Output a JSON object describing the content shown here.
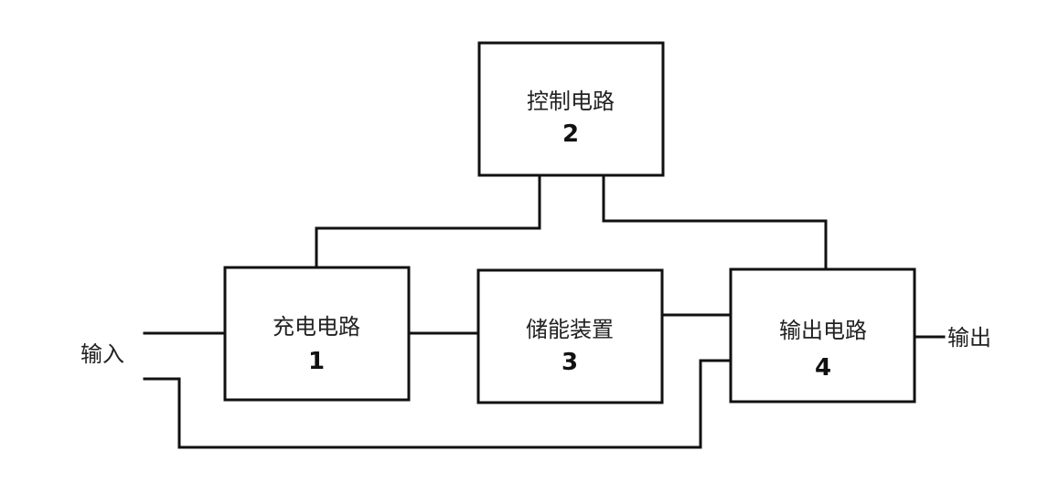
{
  "blocks": {
    "control": {
      "label": "控制电路",
      "number": "2"
    },
    "charge": {
      "label": "充电电路",
      "number": "1"
    },
    "storage": {
      "label": "储能装置",
      "number": "3"
    },
    "output": {
      "label": "输出电路",
      "number": "4"
    }
  },
  "terminals": {
    "input_label": "输入",
    "output_label": "输出"
  }
}
